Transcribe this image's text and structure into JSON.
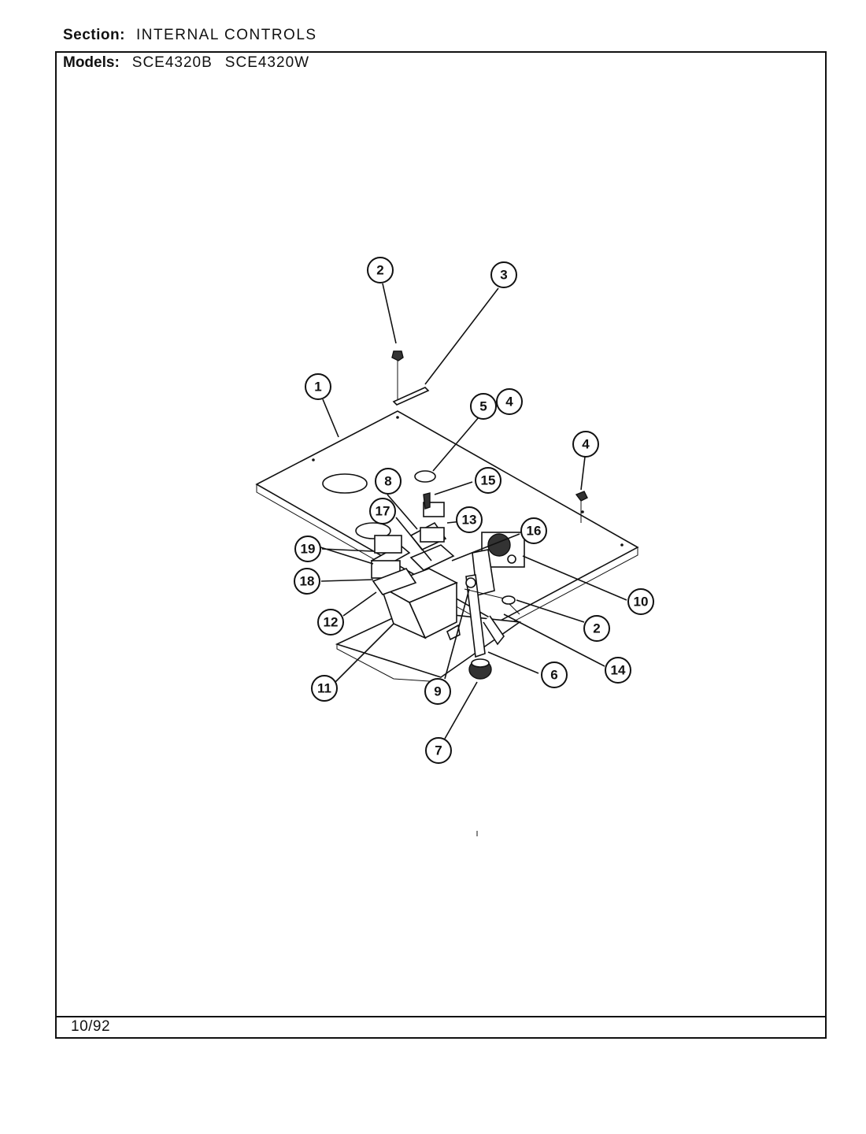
{
  "header": {
    "section_label": "Section:",
    "section_value": "INTERNAL CONTROLS",
    "models_label": "Models:",
    "models": [
      "SCE4320B",
      "SCE4320W"
    ]
  },
  "footer": {
    "date": "10/92"
  },
  "diagram": {
    "callouts": [
      "1",
      "2",
      "3",
      "4",
      "4",
      "5",
      "6",
      "7",
      "8",
      "9",
      "10",
      "11",
      "12",
      "13",
      "14",
      "15",
      "16",
      "17",
      "18",
      "19",
      "2"
    ]
  }
}
